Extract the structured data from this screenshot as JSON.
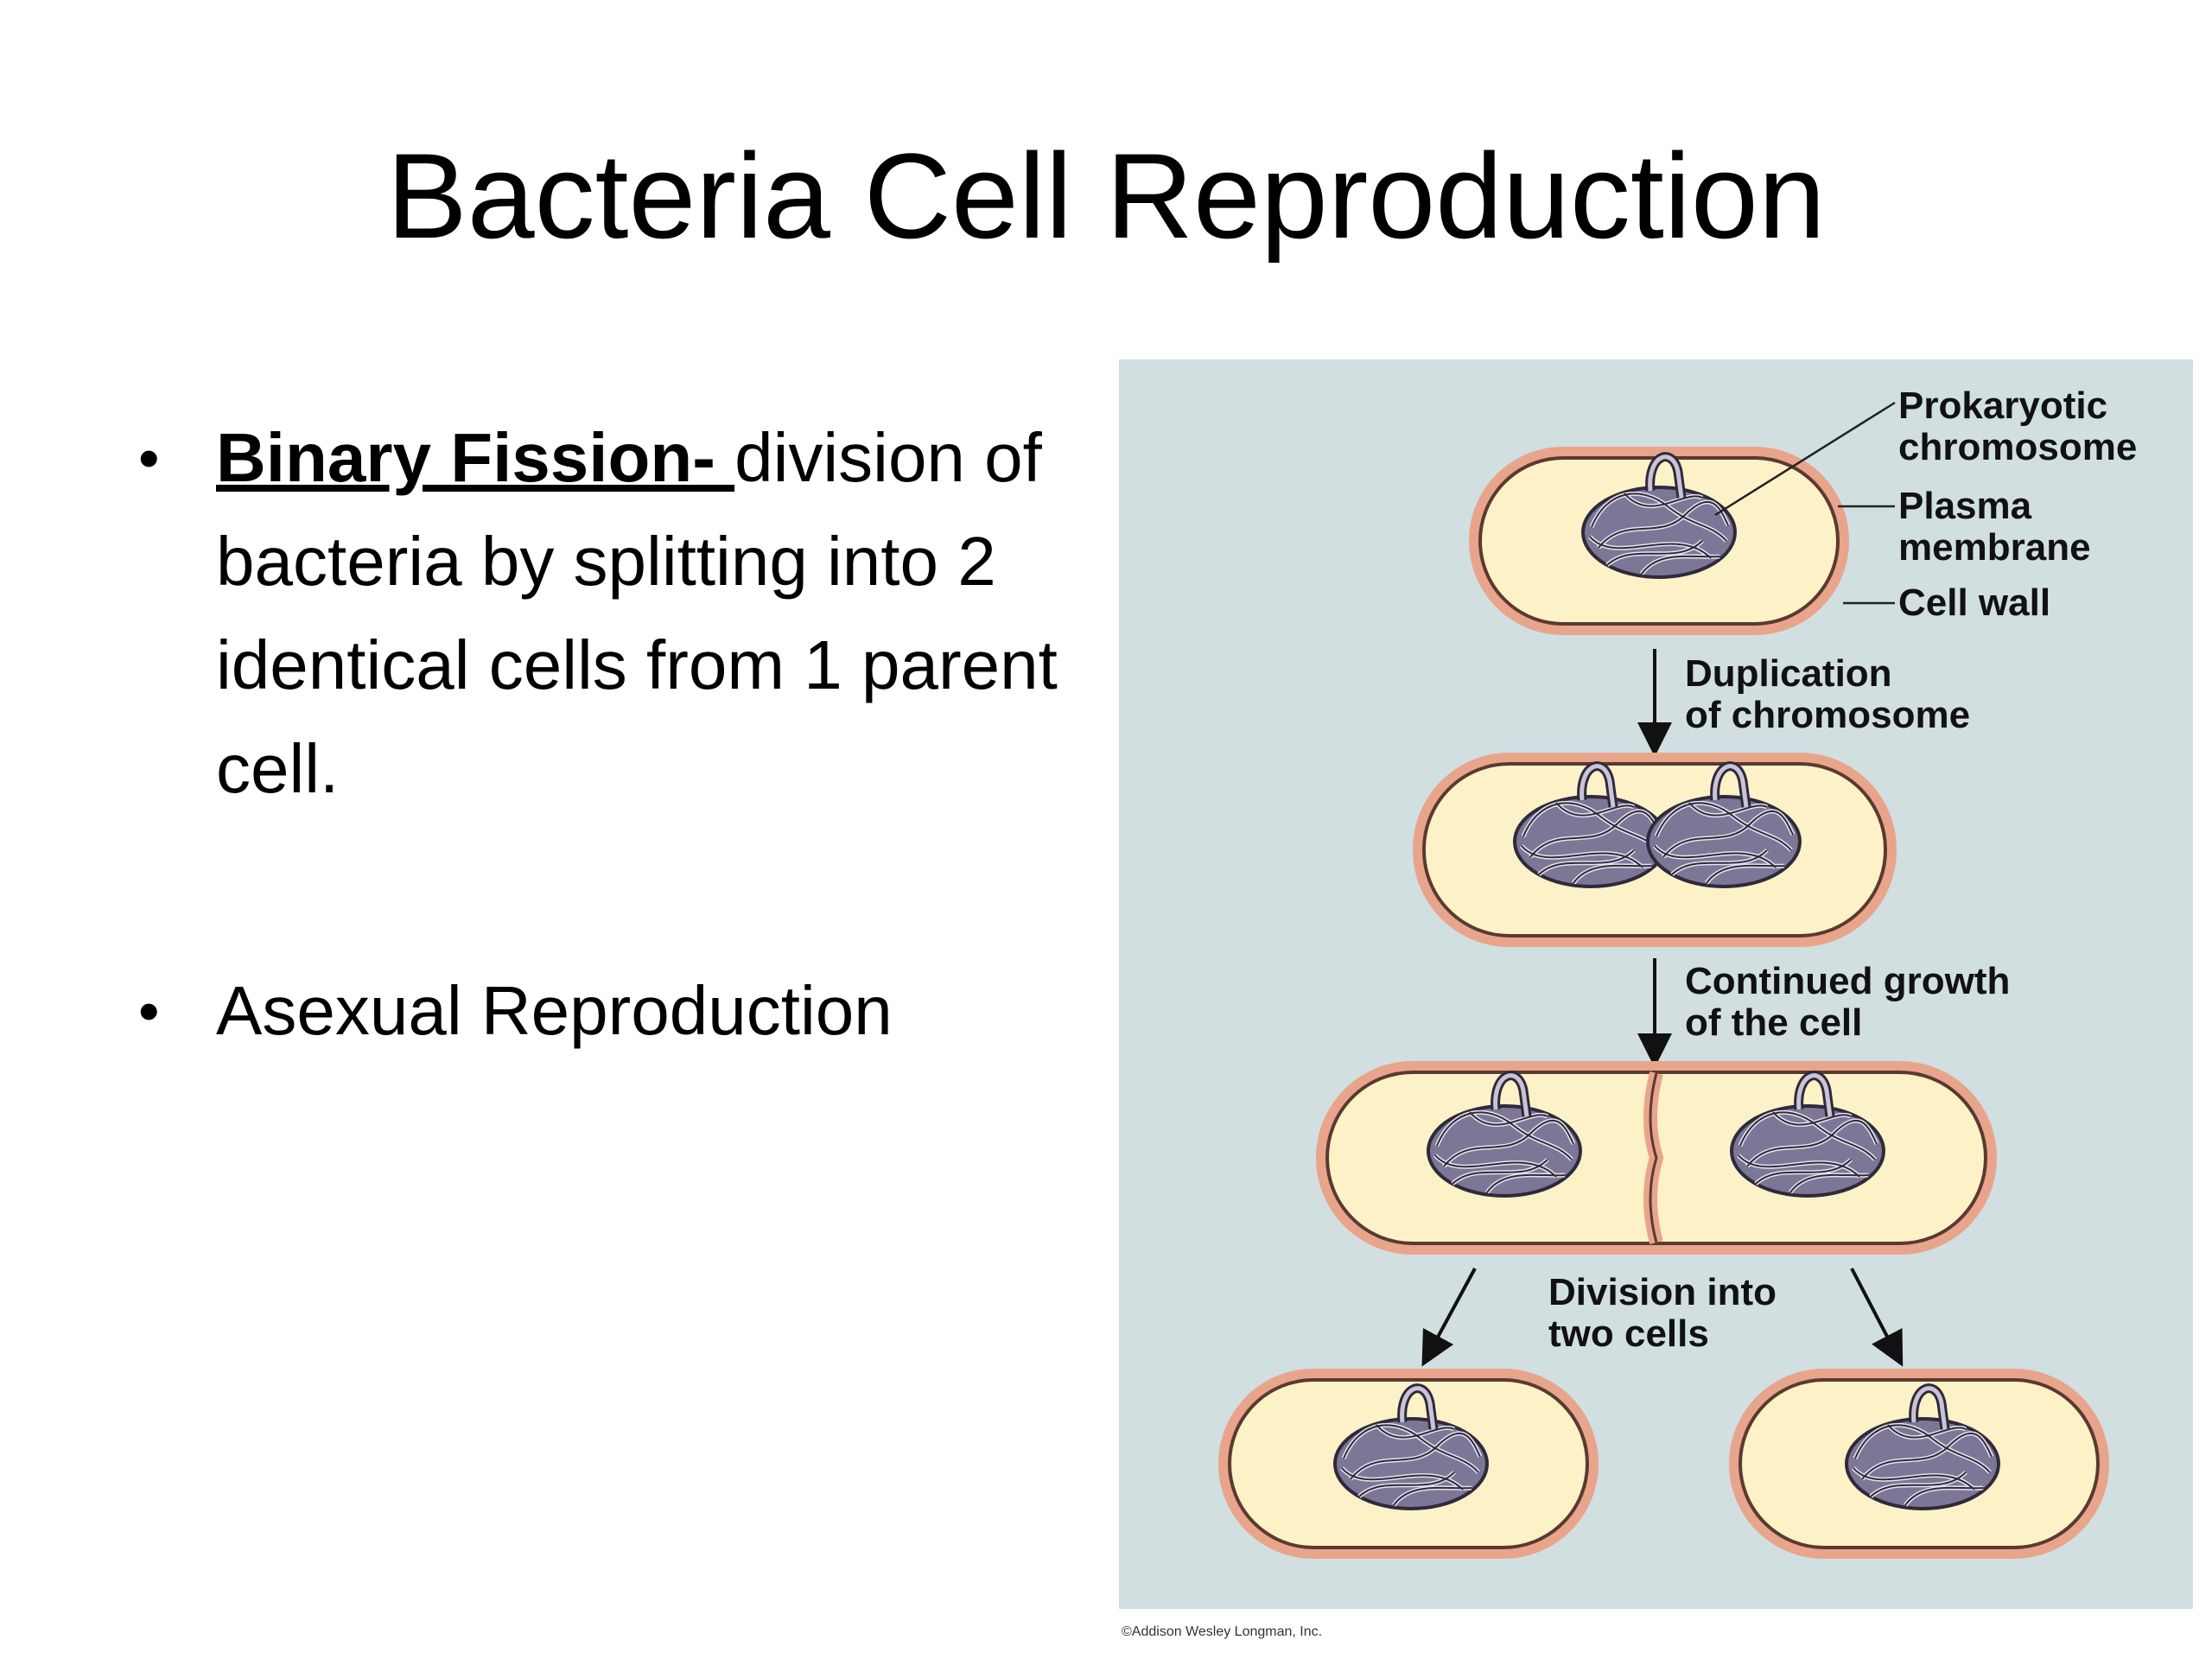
{
  "slide": {
    "title": "Bacteria Cell Reproduction",
    "bullets": [
      {
        "term": "Binary Fission- ",
        "text": "division of bacteria by splitting into 2 identical cells from 1 parent cell."
      },
      {
        "term": "",
        "text": "Asexual Reproduction"
      }
    ]
  },
  "figure": {
    "labels": {
      "prokaryotic_1": "Prokaryotic",
      "prokaryotic_2": "chromosome",
      "plasma_1": "Plasma",
      "plasma_2": "membrane",
      "cell_wall": "Cell wall",
      "dup_1": "Duplication",
      "dup_2": "of chromosome",
      "growth_1": "Continued growth",
      "growth_2": "of the cell",
      "div_1": "Division into",
      "div_2": "two cells"
    },
    "credit": "©Addison Wesley Longman, Inc.",
    "colors": {
      "background": "#d1dfe1",
      "cell_wall": "#e8a58c",
      "cytoplasm": "#fdf1c8",
      "chromosome": "#5a5570"
    }
  }
}
